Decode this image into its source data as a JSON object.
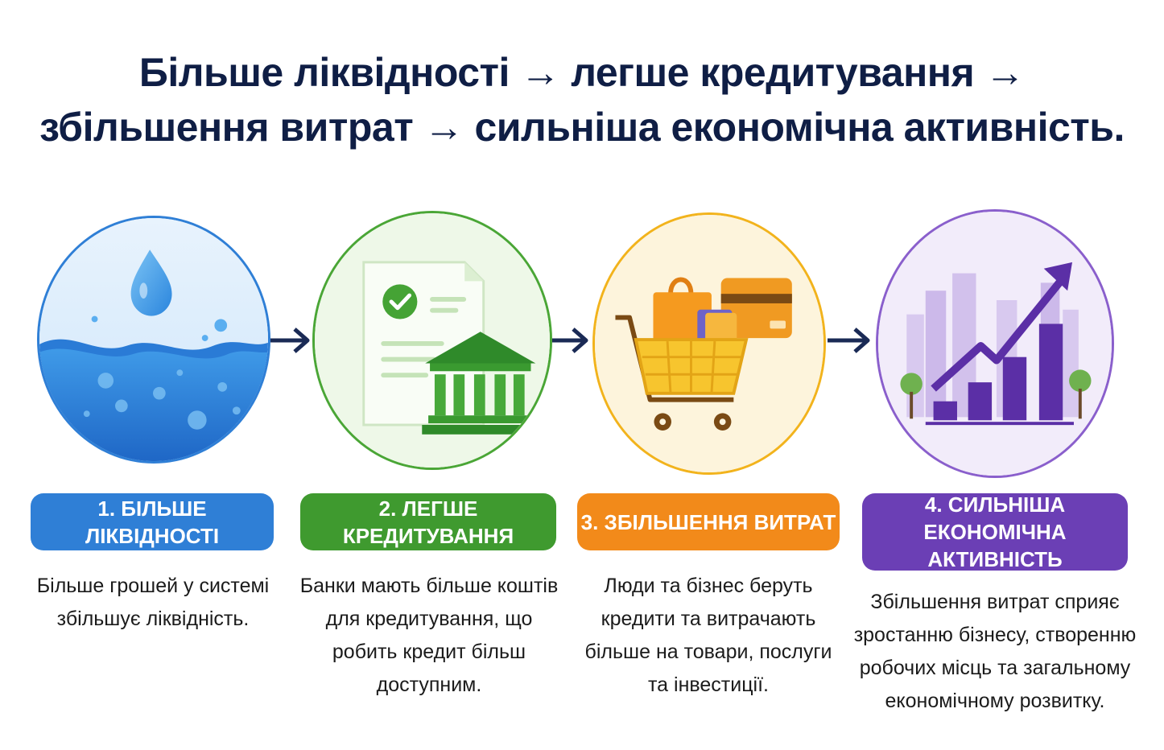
{
  "title": {
    "line1": "Більше ліквідності → легше кредитування →",
    "line2": "збільшення витрат  → сильніша економічна активність."
  },
  "steps": [
    {
      "label": "1. БІЛЬШЕ ЛІКВІДНОСТІ",
      "description_lines": [
        "Більше грошей у системі",
        "збільшує ліквідність."
      ],
      "color": "#2f7fd6",
      "icon": "water-icon"
    },
    {
      "label": "2. ЛЕГШЕ КРЕДИТУВАННЯ",
      "description_lines": [
        "Банки мають більше коштів",
        "для кредитування, що",
        "робить кредит більш",
        "доступним."
      ],
      "color": "#3f9a2f",
      "icon": "bank-document-icon"
    },
    {
      "label": "3. ЗБІЛЬШЕННЯ ВИТРАТ",
      "description_lines": [
        "Люди та бізнес беруть",
        "кредити та витрачають",
        "більше на товари, послуги",
        "та інвестиції."
      ],
      "color": "#f28a1a",
      "icon": "shopping-cart-icon"
    },
    {
      "label_lines": [
        "4. СИЛЬНІША",
        "ЕКОНОМІЧНА АКТИВНІСТЬ"
      ],
      "description_lines": [
        "Збільшення витрат сприяє",
        "зростанню бізнесу, створенню",
        "робочих місць та загальному",
        "економічному розвитку."
      ],
      "color": "#6b3fb5",
      "icon": "growth-chart-icon"
    }
  ],
  "colors": {
    "title": "#0f1e45",
    "arrow": "#1a2a55"
  }
}
